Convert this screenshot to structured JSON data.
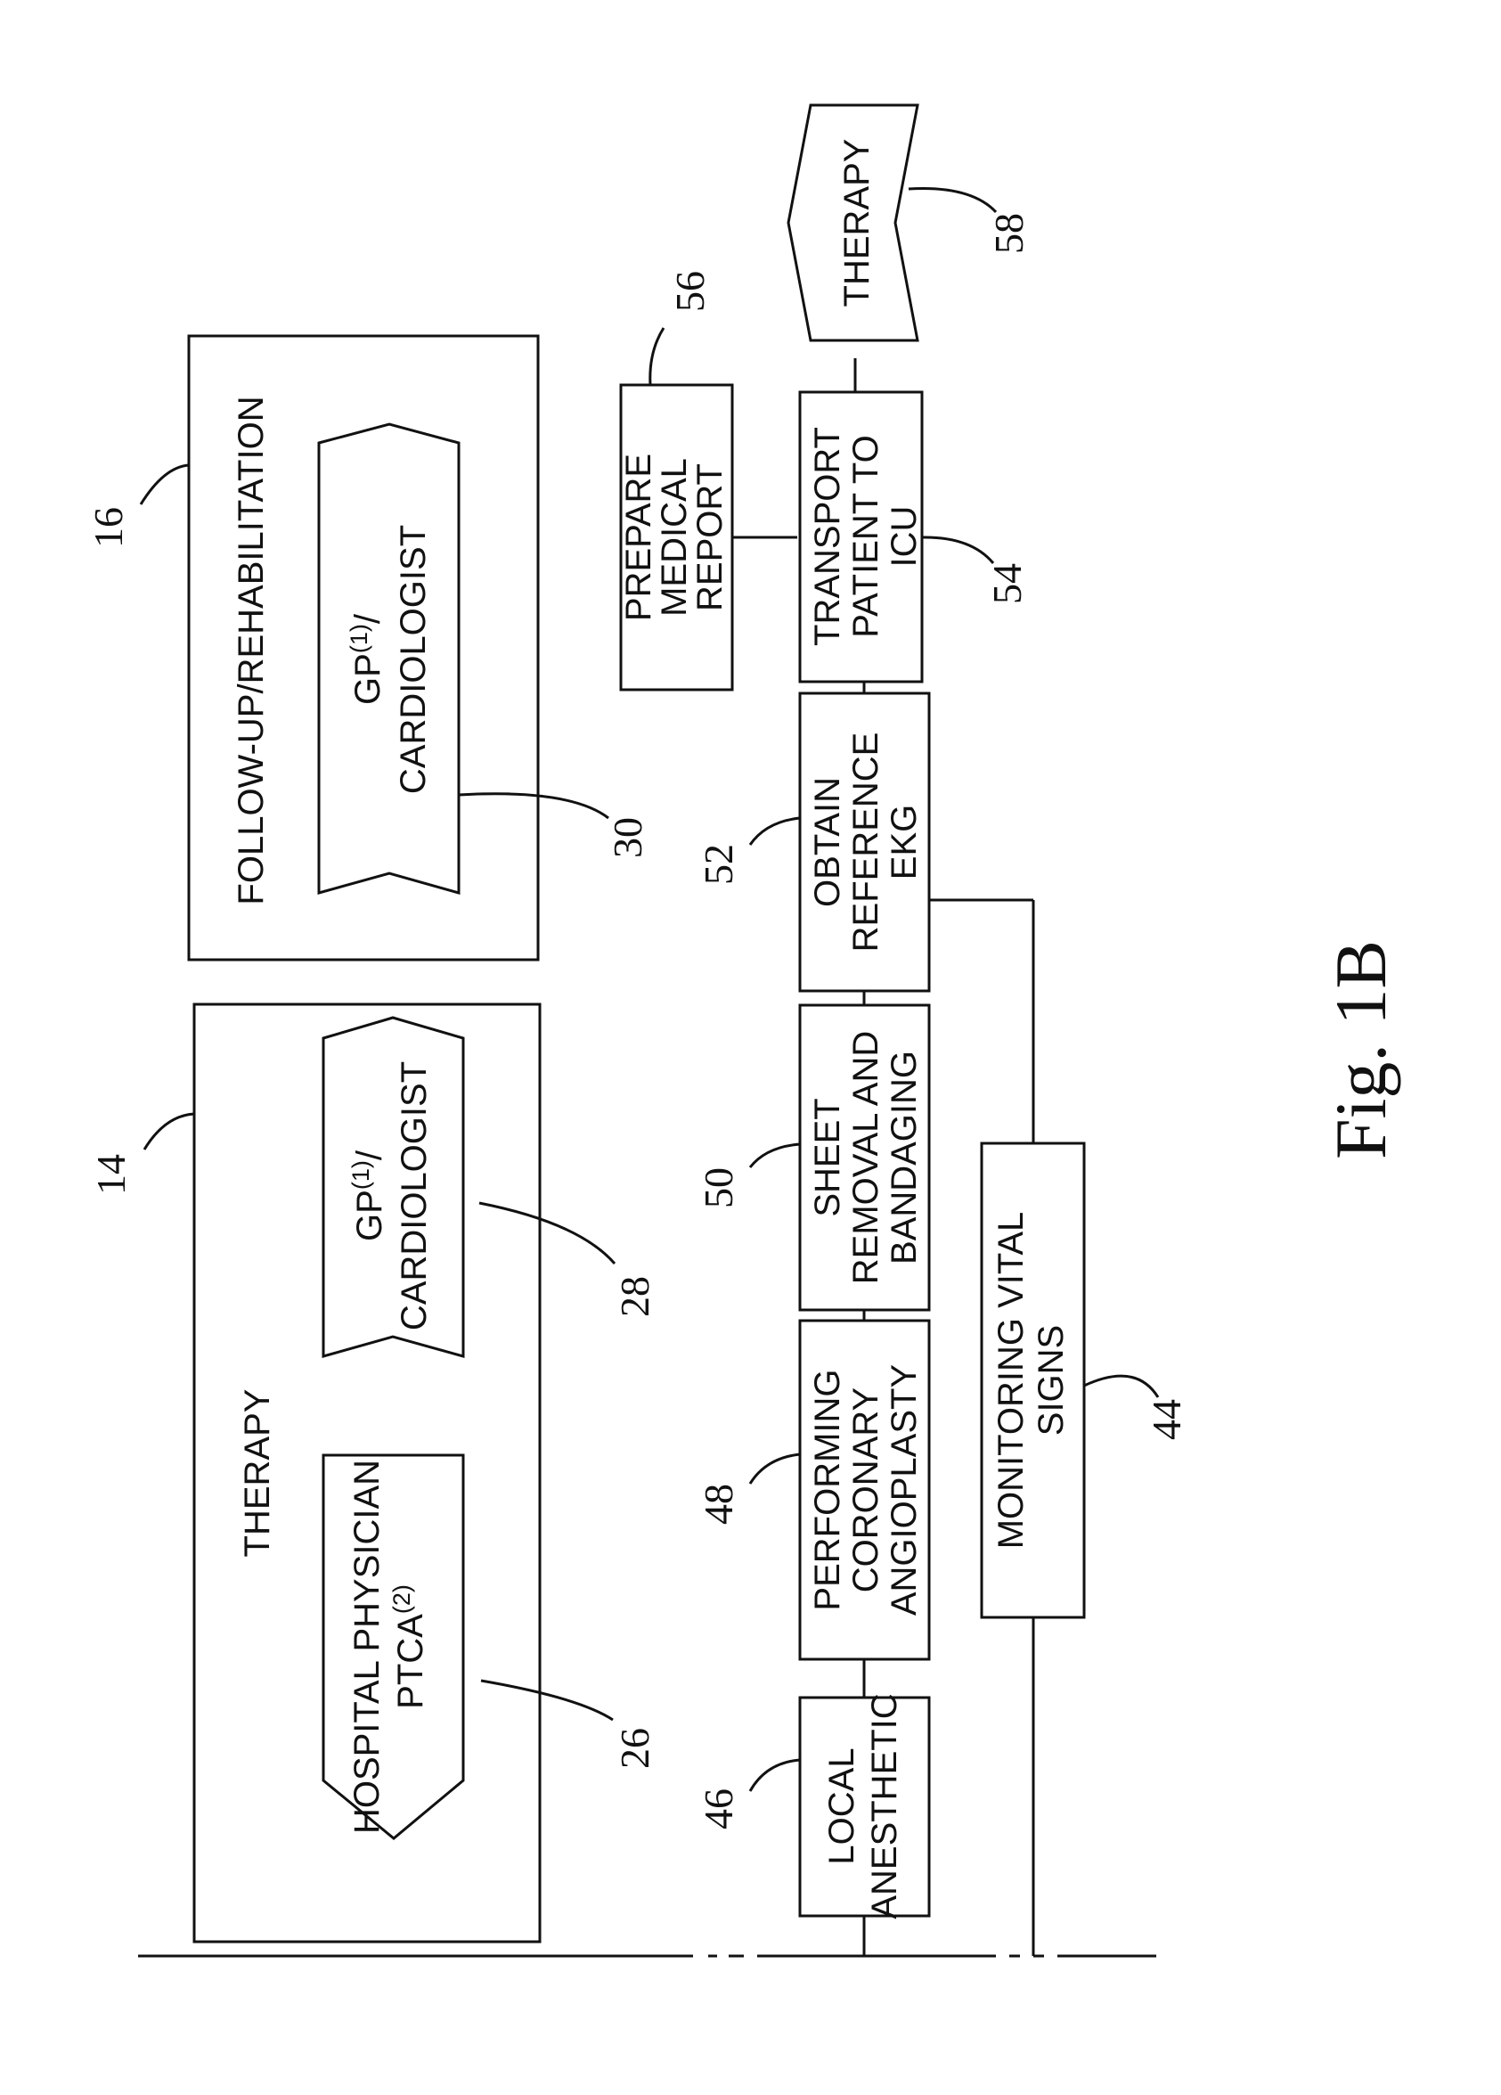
{
  "figure_label": "Fig. 1B",
  "panels": {
    "therapy": {
      "ref": "14",
      "title": "THERAPY",
      "hospital_physician": {
        "ref": "26",
        "line1": "HOSPITAL PHYSICIAN",
        "line2": "PTCA",
        "sup": "(2)"
      },
      "gp_cardiologist": {
        "ref": "28",
        "line1": "GP",
        "sup": "(1)",
        "line1_tail": "/",
        "line2": "CARDIOLOGIST"
      }
    },
    "followup": {
      "ref": "16",
      "title": "FOLLOW-UP/REHABILITATION",
      "gp_cardiologist": {
        "ref": "30",
        "line1": "GP",
        "sup": "(1)",
        "line1_tail": "/",
        "line2": "CARDIOLOGIST"
      }
    }
  },
  "steps": {
    "local_anesthetic": {
      "ref": "46",
      "lines": [
        "LOCAL",
        "ANESTHETIC"
      ]
    },
    "coronary_angioplasty": {
      "ref": "48",
      "lines": [
        "PERFORMING",
        "CORONARY",
        "ANGIOPLASTY"
      ]
    },
    "sheet_removal": {
      "ref": "50",
      "lines": [
        "SHEET",
        "REMOVAL AND",
        "BANDAGING"
      ]
    },
    "reference_ekg": {
      "ref": "52",
      "lines": [
        "OBTAIN",
        "REFERENCE",
        "EKG"
      ]
    },
    "transport_icu": {
      "ref": "54",
      "lines": [
        "TRANSPORT",
        "PATIENT TO",
        "ICU"
      ]
    },
    "medical_report": {
      "ref": "56",
      "lines": [
        "PREPARE",
        "MEDICAL",
        "REPORT"
      ]
    },
    "therapy_end": {
      "ref": "58",
      "lines": [
        "THERAPY"
      ]
    },
    "monitoring": {
      "ref": "44",
      "lines": [
        "MONITORING VITAL",
        "SIGNS"
      ]
    }
  }
}
